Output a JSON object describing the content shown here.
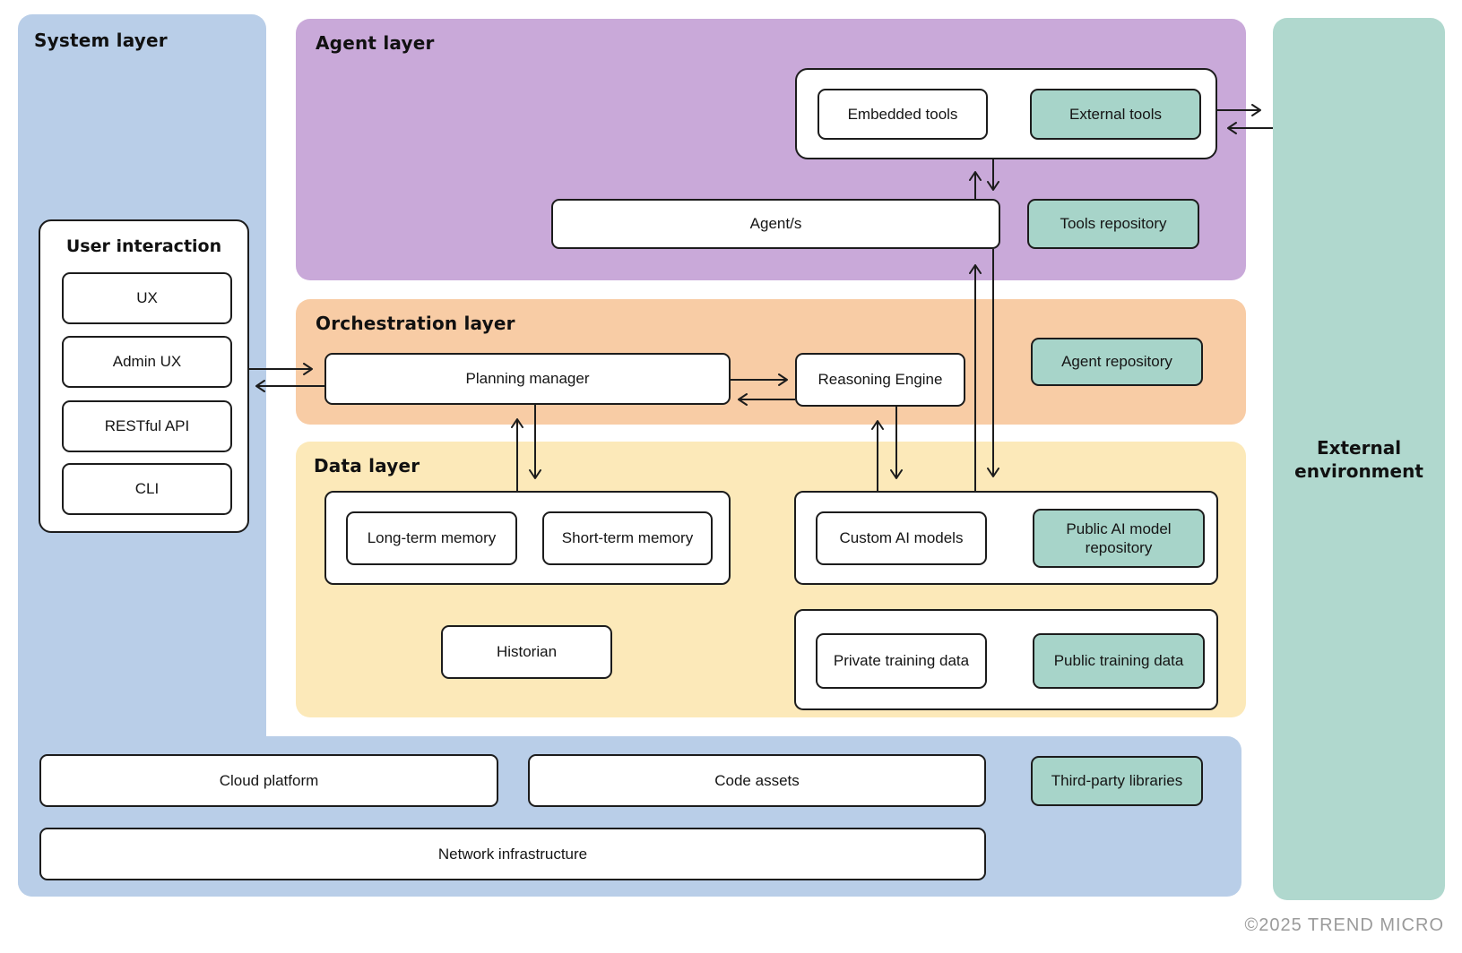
{
  "colors": {
    "blue": "#b9cee8",
    "purple": "#c9a9d9",
    "orange": "#f8cca5",
    "yellow": "#fce9b9",
    "teal_panel": "#b0d8ce",
    "teal_box": "#a7d4c9",
    "border": "#1c1c1c",
    "text": "#151515",
    "footer_gray": "#9b9b9b",
    "white": "#ffffff"
  },
  "panels": {
    "system": {
      "label": "System layer"
    },
    "agent": {
      "label": "Agent layer"
    },
    "orchestration": {
      "label": "Orchestration layer"
    },
    "data": {
      "label": "Data layer"
    },
    "external": {
      "label": "External environment"
    }
  },
  "system": {
    "user_interaction": {
      "title": "User interaction",
      "items": [
        "UX",
        "Admin UX",
        "RESTful API",
        "CLI"
      ]
    },
    "cloud_platform": "Cloud platform",
    "code_assets": "Code assets",
    "third_party_libraries": "Third-party libraries",
    "network_infrastructure": "Network infrastructure"
  },
  "agent": {
    "embedded_tools": "Embedded tools",
    "external_tools": "External tools",
    "agents": "Agent/s",
    "tools_repository": "Tools repository"
  },
  "orchestration": {
    "planning_manager": "Planning manager",
    "reasoning_engine": "Reasoning Engine",
    "agent_repository": "Agent repository"
  },
  "data_layer": {
    "long_term_memory": "Long-term memory",
    "short_term_memory": "Short-term memory",
    "custom_ai_models": "Custom AI models",
    "public_ai_model_repository": "Public AI model repository",
    "historian": "Historian",
    "private_training_data": "Private training data",
    "public_training_data": "Public training data"
  },
  "footer": {
    "copyright": "©2025 TREND MICRO"
  }
}
